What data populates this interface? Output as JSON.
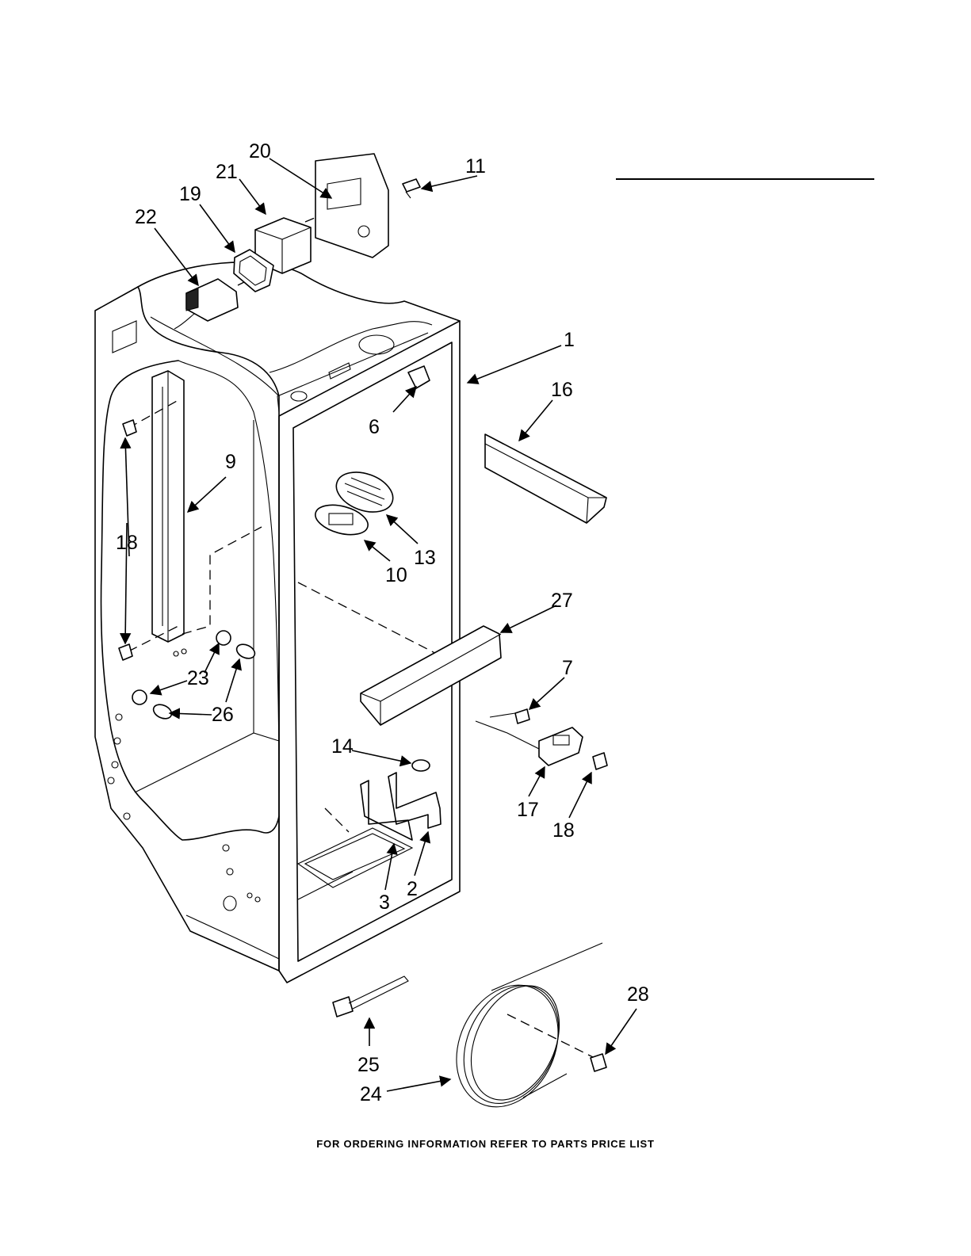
{
  "callouts": {
    "c1": "1",
    "c2": "2",
    "c3": "3",
    "c6": "6",
    "c7": "7",
    "c9": "9",
    "c10": "10",
    "c11": "11",
    "c13": "13",
    "c14": "14",
    "c16": "16",
    "c17": "17",
    "c18a": "18",
    "c18b": "18",
    "c19": "19",
    "c20": "20",
    "c21": "21",
    "c22": "22",
    "c23": "23",
    "c24": "24",
    "c25": "25",
    "c26": "26",
    "c27": "27",
    "c28": "28"
  },
  "footer": "FOR ORDERING INFORMATION REFER TO PARTS PRICE LIST"
}
